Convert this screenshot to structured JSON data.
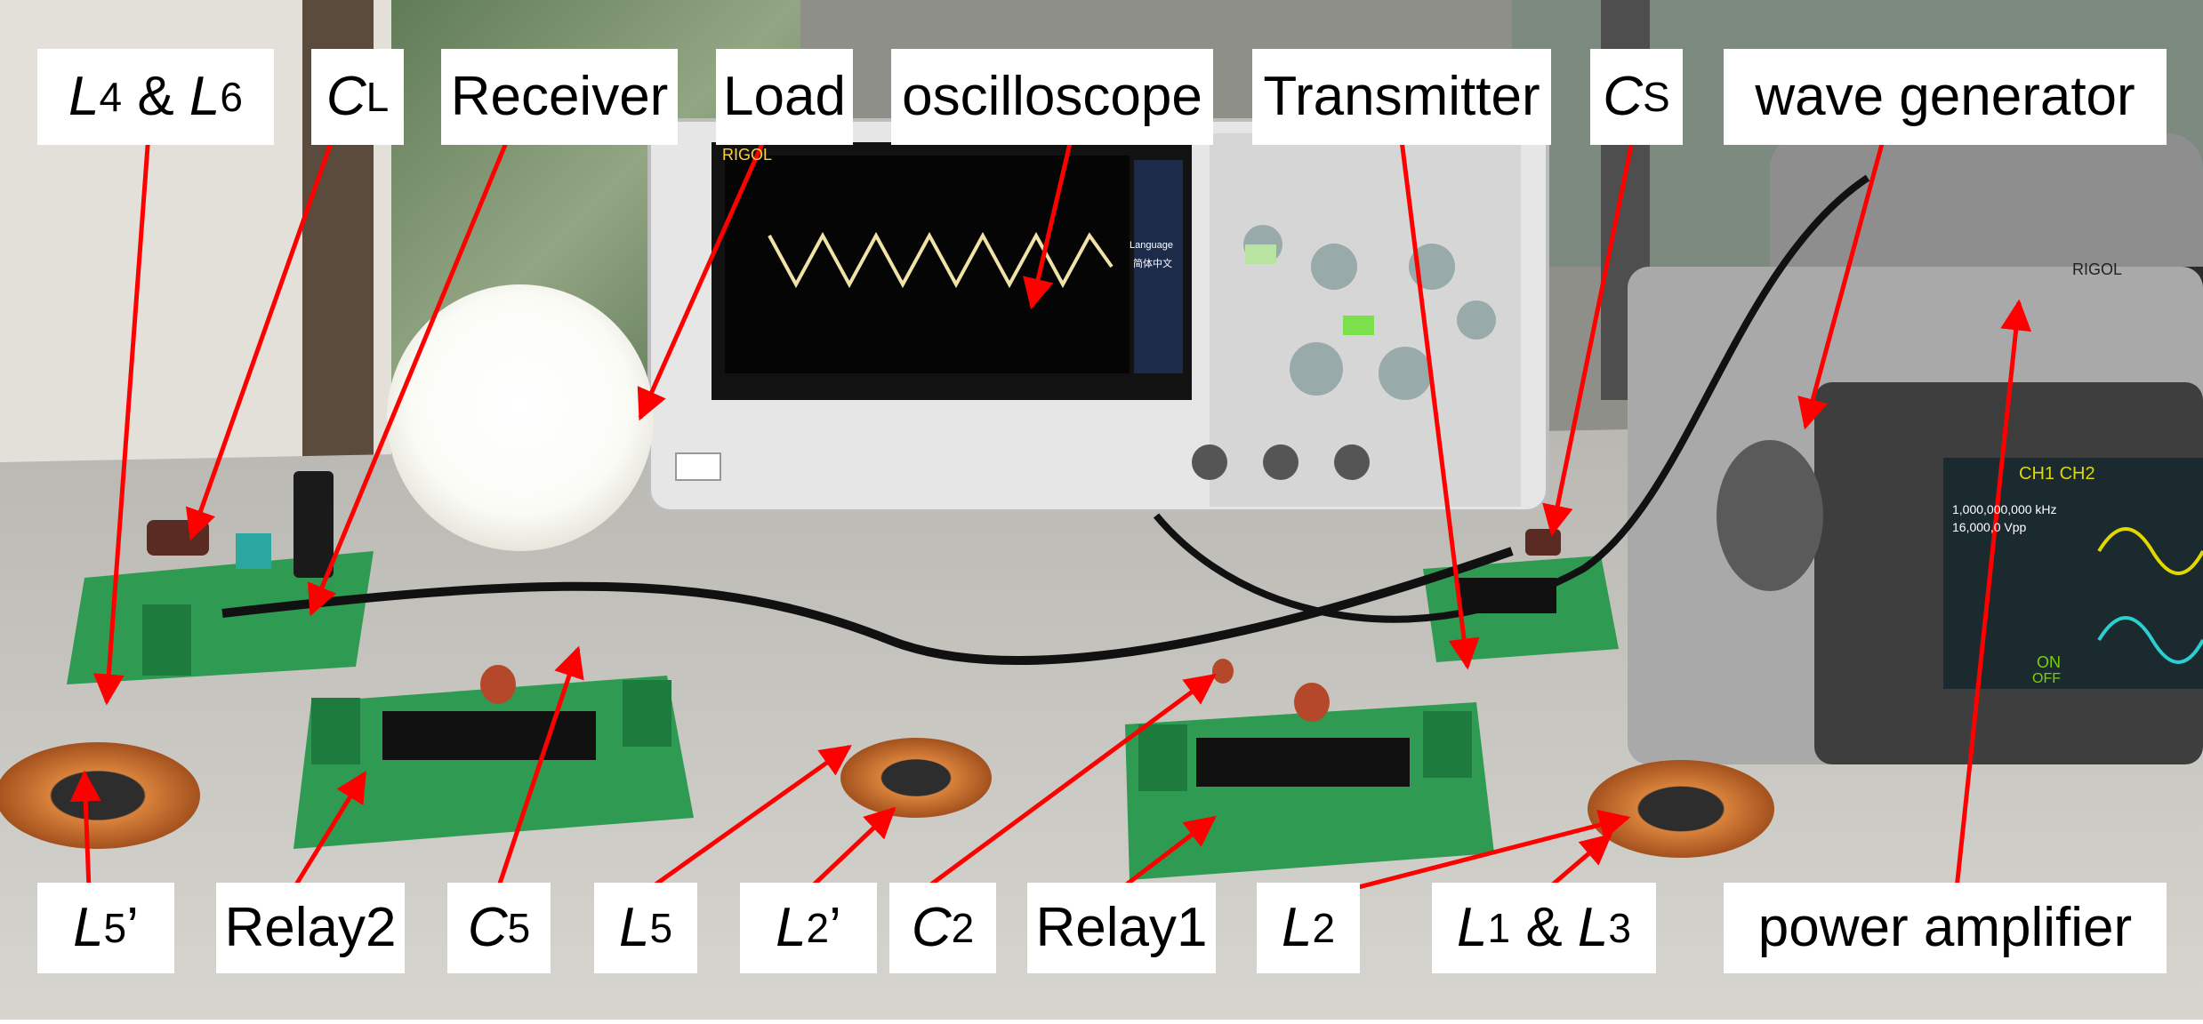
{
  "labels": {
    "l4_l6": {
      "main_a": "L",
      "sub_a": "4",
      "join": " & ",
      "main_b": "L",
      "sub_b": "6"
    },
    "cl": {
      "main": "C",
      "sub": "L"
    },
    "receiver": "Receiver",
    "load": "Load",
    "oscilloscope": "oscilloscope",
    "transmitter": "Transmitter",
    "cs": {
      "main": "C",
      "sub": "S"
    },
    "wave_generator": "wave generator",
    "l5_prime": {
      "main": "L",
      "sub": "5",
      "suffix": "’"
    },
    "relay2": "Relay2",
    "c5": {
      "main": "C",
      "sub": "5"
    },
    "l5": {
      "main": "L",
      "sub": "5"
    },
    "l2_prime": {
      "main": "L",
      "sub": "2",
      "suffix": "’"
    },
    "c2": {
      "main": "C",
      "sub": "2"
    },
    "relay1": "Relay1",
    "l2": {
      "main": "L",
      "sub": "2"
    },
    "l1_l3": {
      "main_a": "L",
      "sub_a": "1",
      "join": " & ",
      "main_b": "L",
      "sub_b": "3"
    },
    "power_amplifier": "power amplifier"
  },
  "instruments": {
    "oscilloscope_brand": "RIGOL",
    "amplifier_brand": "RIGOL",
    "generator_channels": "CH1 CH2",
    "generator_freq": "1,000,000,000 kHz",
    "generator_amp": "16,000,0 Vpp",
    "generator_on": "ON",
    "generator_off": "OFF",
    "osc_menu_1": "Language",
    "osc_menu_2": "简体中文"
  },
  "colors": {
    "arrow": "#ff0000",
    "label_bg": "#ffffff",
    "pcb": "#2f9a52",
    "copper": "#c96a2a"
  }
}
